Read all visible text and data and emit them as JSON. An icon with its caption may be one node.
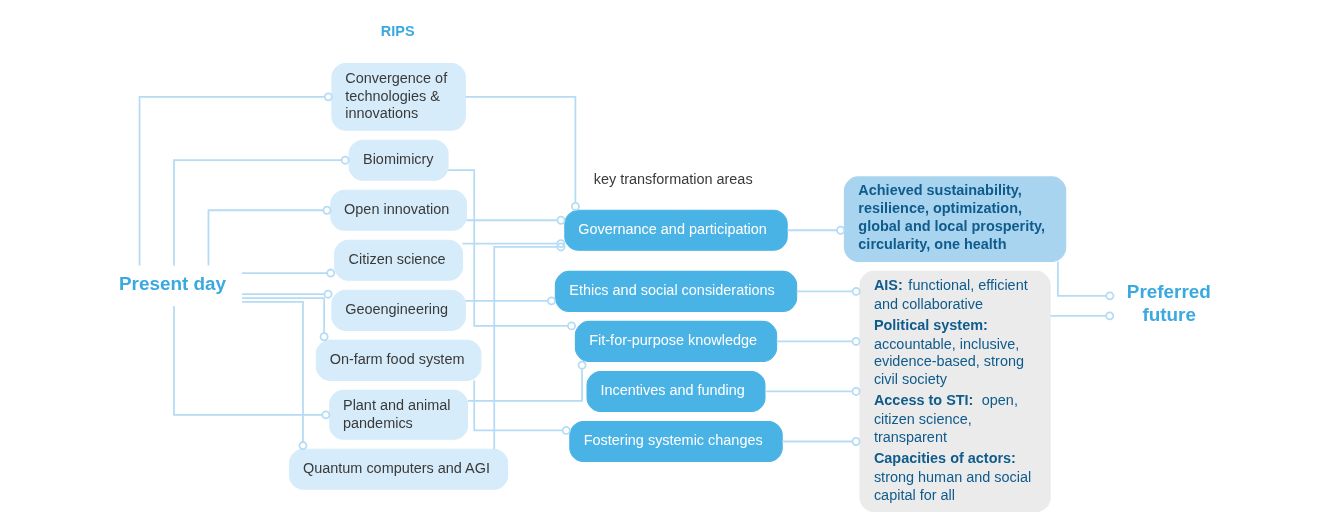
{
  "diagram": {
    "nodes": [
      {
        "text": [
          "Present day"
        ]
      },
      {
        "text": [
          "Convergence of technologies & innovations"
        ]
      },
      {
        "text": [
          "Biomimicry"
        ]
      },
      {
        "text": [
          "Open innovation"
        ]
      },
      {
        "text": [
          "Citizen science"
        ]
      },
      {
        "text": [
          "Geoengineering"
        ]
      },
      {
        "text": [
          "On-farm food system"
        ]
      },
      {
        "text": [
          "Plant and animal pandemics"
        ]
      },
      {
        "text": [
          "Quantum computers and AGI"
        ]
      },
      {
        "text": [
          "Governance and participation"
        ]
      },
      {
        "text": [
          "Ethics and social considerations"
        ]
      },
      {
        "text": [
          "Fit-for-purpose knowledge"
        ]
      },
      {
        "text": [
          "Incentives and funding"
        ]
      },
      {
        "text": [
          "Fostering systemic changes"
        ]
      },
      {
        "text": [
          "Achieved sustainability, resilience, optimization, global and local prosperity, circularity, one health"
        ]
      },
      {
        "text": [
          "**AIS:** functional, efficient and collaborative",
          "**Political system:** accountable, inclusive, evidence-based, strong civil society",
          "**Access to STI:** open, citizen science, transparent",
          "**Capacities of actors:** strong human and social capital for all"
        ]
      },
      {
        "text": [
          "Preferred future"
        ]
      }
    ],
    "edges": [
      {
        "from": 0,
        "to": 1,
        "arrow": "other"
      },
      {
        "from": 0,
        "to": 2,
        "arrow": "other"
      },
      {
        "from": 0,
        "to": 3,
        "arrow": "other"
      },
      {
        "from": 0,
        "to": 4,
        "arrow": "other"
      },
      {
        "from": 0,
        "to": 5,
        "arrow": "other"
      },
      {
        "from": 0,
        "to": 6,
        "arrow": "other"
      },
      {
        "from": 0,
        "to": 7,
        "arrow": "other"
      },
      {
        "from": 0,
        "to": 8,
        "arrow": "other"
      },
      {
        "from": 1,
        "to": 9,
        "arrow": "other"
      },
      {
        "from": 2,
        "to": 11,
        "arrow": "other"
      },
      {
        "from": 3,
        "to": 9,
        "arrow": "other"
      },
      {
        "from": 4,
        "to": 9,
        "arrow": "other"
      },
      {
        "from": 5,
        "to": 10,
        "arrow": "other"
      },
      {
        "from": 6,
        "to": 13,
        "arrow": "other"
      },
      {
        "from": 7,
        "to": 11,
        "arrow": "other"
      },
      {
        "from": 8,
        "to": 9,
        "arrow": "other"
      },
      {
        "from": 9,
        "to": 14,
        "arrow": "other"
      },
      {
        "from": 10,
        "to": 15,
        "arrow": "other"
      },
      {
        "from": 11,
        "to": 15,
        "arrow": "other"
      },
      {
        "from": 12,
        "to": 15,
        "arrow": "other"
      },
      {
        "from": 13,
        "to": 15,
        "arrow": "other"
      },
      {
        "from": 14,
        "to": 16,
        "arrow": "other"
      },
      {
        "from": 15,
        "to": 16,
        "arrow": "other"
      }
    ],
    "labels": [
      "RIPS",
      "key transformation areas"
    ]
  }
}
